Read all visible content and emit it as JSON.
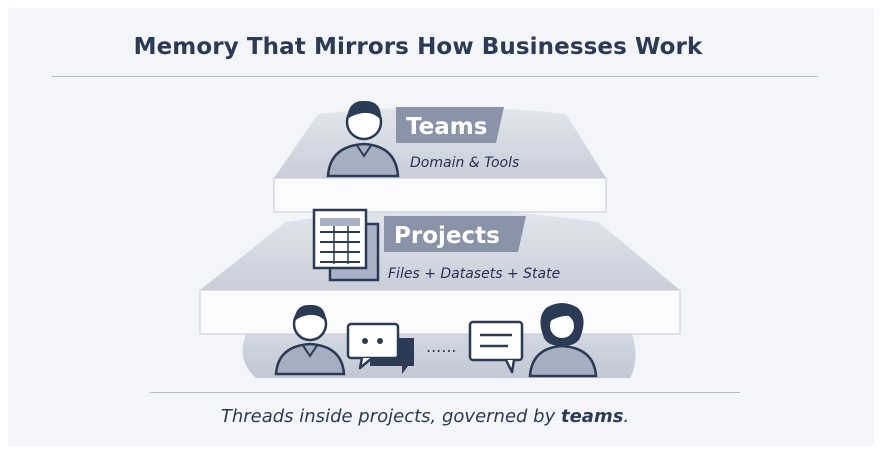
{
  "title": "Memory That Mirrors How Businesses Work",
  "tiers": {
    "teams": {
      "label": "Teams",
      "sublabel": "Domain & Tools"
    },
    "projects": {
      "label": "Projects",
      "sublabel": "Files + Datasets + State"
    },
    "threads": {
      "ellipsis": "......"
    }
  },
  "caption": {
    "prefix": "Threads inside projects, governed by ",
    "emphasis": "teams",
    "suffix": "."
  },
  "colors": {
    "title": "#2b3a55",
    "tag": "#8a93a8",
    "tier_top": "#d8dce5",
    "tier_front": "#fbfbfd",
    "icon_dark": "#2b3a55",
    "icon_fill": "#a9b2c4"
  },
  "icons": [
    "person-icon",
    "spreadsheet-icon",
    "chat-bubble-icon",
    "person-female-icon"
  ]
}
